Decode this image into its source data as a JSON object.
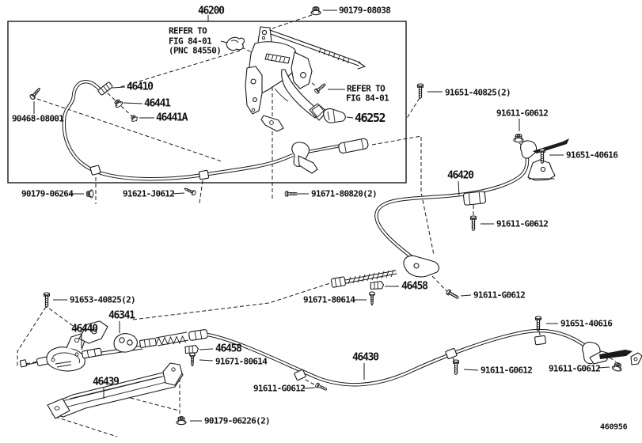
{
  "drawing": {
    "code": "460956",
    "background": "#ffffff",
    "line_color": "#1a1a1a",
    "description": "Parking brake pedal and cable exploded parts diagram"
  },
  "notes": {
    "top": {
      "l1": "REFER TO",
      "l2": "FIG 84-01",
      "l3": "(PNC 84550)"
    },
    "mid": {
      "l1": "REFER TO",
      "l2": "FIG 84-01"
    }
  },
  "parts": {
    "p46200": "46200",
    "p46410": "46410",
    "p46441": "46441",
    "p46441A": "46441A",
    "p46252": "46252",
    "p46420": "46420",
    "p46458_a": "46458",
    "p46341": "46341",
    "p46440": "46440",
    "p46458_b": "46458",
    "p46439": "46439",
    "p46430": "46430"
  },
  "fasteners": {
    "f90179_08038": "90179-08038",
    "f90468_08001": "90468-08001",
    "f91651_40825": "91651-40825(2)",
    "f91611_g0612_a": "91611-G0612",
    "f91651_40616_a": "91651-40616",
    "f90179_06264": "90179-06264",
    "f91621_j0612": "91621-J0612",
    "f91671_80820": "91671-80820(2)",
    "f91611_g0612_b": "91611-G0612",
    "f91671_80614_a": "91671-80614",
    "f91611_g0612_c": "91611-G0612",
    "f91653_40825": "91653-40825(2)",
    "f91671_80614_b": "91671-80614",
    "f90179_06226": "90179-06226(2)",
    "f91611_g0612_d": "91611-G0612",
    "f91611_g0612_e": "91611-G0612",
    "f91651_40616_b": "91651-40616",
    "f91611_g0612_f": "91611-G0612"
  },
  "icons": {
    "fastener_glyphs": [
      "nut-icon",
      "bolt-icon",
      "screw-icon",
      "clip-icon",
      "clamp-icon",
      "grommet-icon",
      "pin-icon"
    ]
  }
}
